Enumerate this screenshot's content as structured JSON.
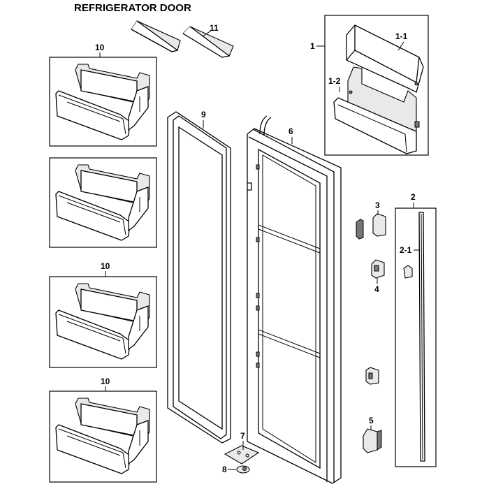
{
  "title": "REFRIGERATOR DOOR",
  "callouts": {
    "p1": "1",
    "p1_1": "1-1",
    "p1_2": "1-2",
    "p2": "2",
    "p2_1": "2-1",
    "p3": "3",
    "p4": "4",
    "p5": "5",
    "p6": "6",
    "p7": "7",
    "p8": "8",
    "p9": "9",
    "p10a": "10",
    "p10b": "10",
    "p10c": "10",
    "p11": "11"
  }
}
